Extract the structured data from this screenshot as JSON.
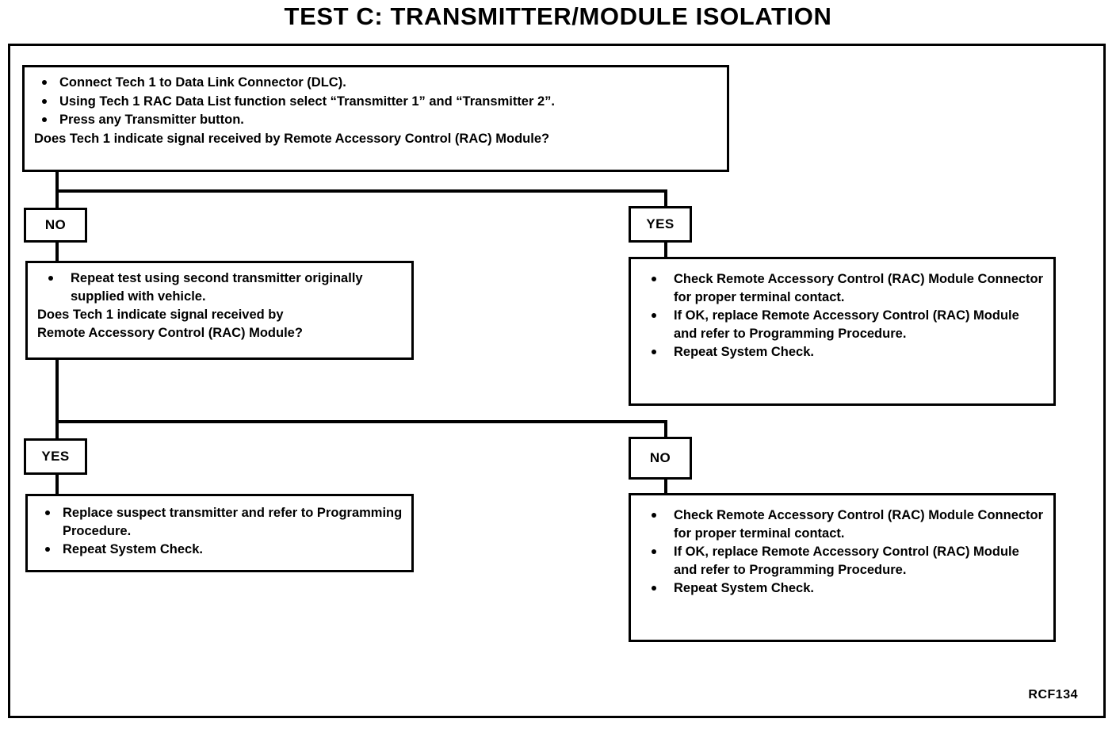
{
  "title": "TEST C: TRANSMITTER/MODULE ISOLATION",
  "figure_code": "RCF134",
  "flow": {
    "decision_1": {
      "name": "initial-test-decision",
      "bullets": [
        "Connect Tech 1 to Data Link Connector (DLC).",
        "Using Tech 1 RAC Data List function select “Transmitter 1” and “Transmitter 2”.",
        "Press any Transmitter button."
      ],
      "question": "Does Tech 1 indicate signal received by Remote Accessory Control (RAC) Module?"
    },
    "branch_1": {
      "no_label": "NO",
      "yes_label": "YES"
    },
    "decision_2": {
      "name": "second-transmitter-decision",
      "bullets": [
        "Repeat test using second transmitter originally supplied with vehicle."
      ],
      "question_line_1": "Does Tech 1 indicate signal received by",
      "question_line_2": "Remote Accessory Control (RAC) Module?"
    },
    "action_yes_1": {
      "name": "rac-module-check-action",
      "bullets": [
        "Check Remote Accessory Control (RAC) Module Connector for proper terminal contact.",
        "If OK, replace Remote Accessory Control (RAC) Module and refer to Programming Procedure.",
        "Repeat System Check."
      ]
    },
    "branch_2": {
      "yes_label": "YES",
      "no_label": "NO"
    },
    "action_yes_2": {
      "name": "replace-transmitter-action",
      "bullets": [
        "Replace suspect transmitter and refer to Programming Procedure.",
        "Repeat System Check."
      ]
    },
    "action_no_2": {
      "name": "rac-module-check-action-2",
      "bullets": [
        "Check Remote Accessory Control (RAC) Module Connector for proper terminal contact.",
        "If OK, replace Remote Accessory Control (RAC) Module and refer to Programming Procedure.",
        "Repeat System Check."
      ]
    }
  },
  "colors": {
    "ink": "#000000",
    "paper": "#ffffff"
  }
}
